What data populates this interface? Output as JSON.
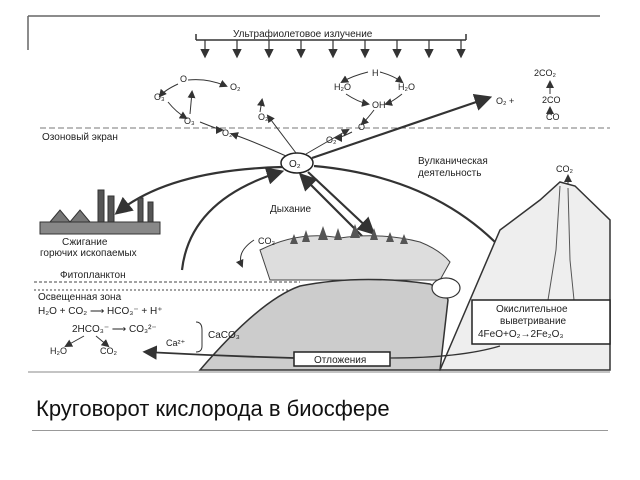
{
  "caption": "Круговорот кислорода в биосфере",
  "labels": {
    "uv": "Ультрафиолетовое излучение",
    "ozone_screen": "Озоновый экран",
    "o2_center": "O₂",
    "volcanic": "Вулканическая",
    "volcanic2": "деятельность",
    "respiration": "Дыхание",
    "burning": "Сжигание",
    "burning2": "горючих ископаемых",
    "phytoplankton": "Фитопланктон",
    "lit_zone": "Освещенная зона",
    "oxidative": "Окислительное",
    "oxidative2": "выветривание",
    "oxid_eq": "4FeO+O₂→2Fe₂O₃",
    "deposits": "Отложения",
    "co2_volcano": "CO₂",
    "co2_land": "CO₂",
    "h": "H",
    "h2o_l": "H₂O",
    "h2o_r": "H₂O",
    "oh": "OH",
    "o_small": "O",
    "o2_a": "O₂",
    "o3": "O₃",
    "o2_b": "O₂",
    "o_a": "O",
    "o2_c": "O₂",
    "o3_b": "O₃",
    "o2_d": "O₂",
    "two_co2": "2CO₂",
    "two_co": "2CO",
    "co": "CO",
    "o2_plus": "O₂  +",
    "eq1": "H₂O  +  CO₂  ⟶  HCO₃⁻  +  H⁺",
    "eq2": "2HCO₃⁻  ⟶  CO₃²⁻",
    "ca": "Ca²⁺",
    "caco3": "CaCO₃",
    "h2o_bot": "H₂O",
    "co2_bot": "CO₂"
  }
}
